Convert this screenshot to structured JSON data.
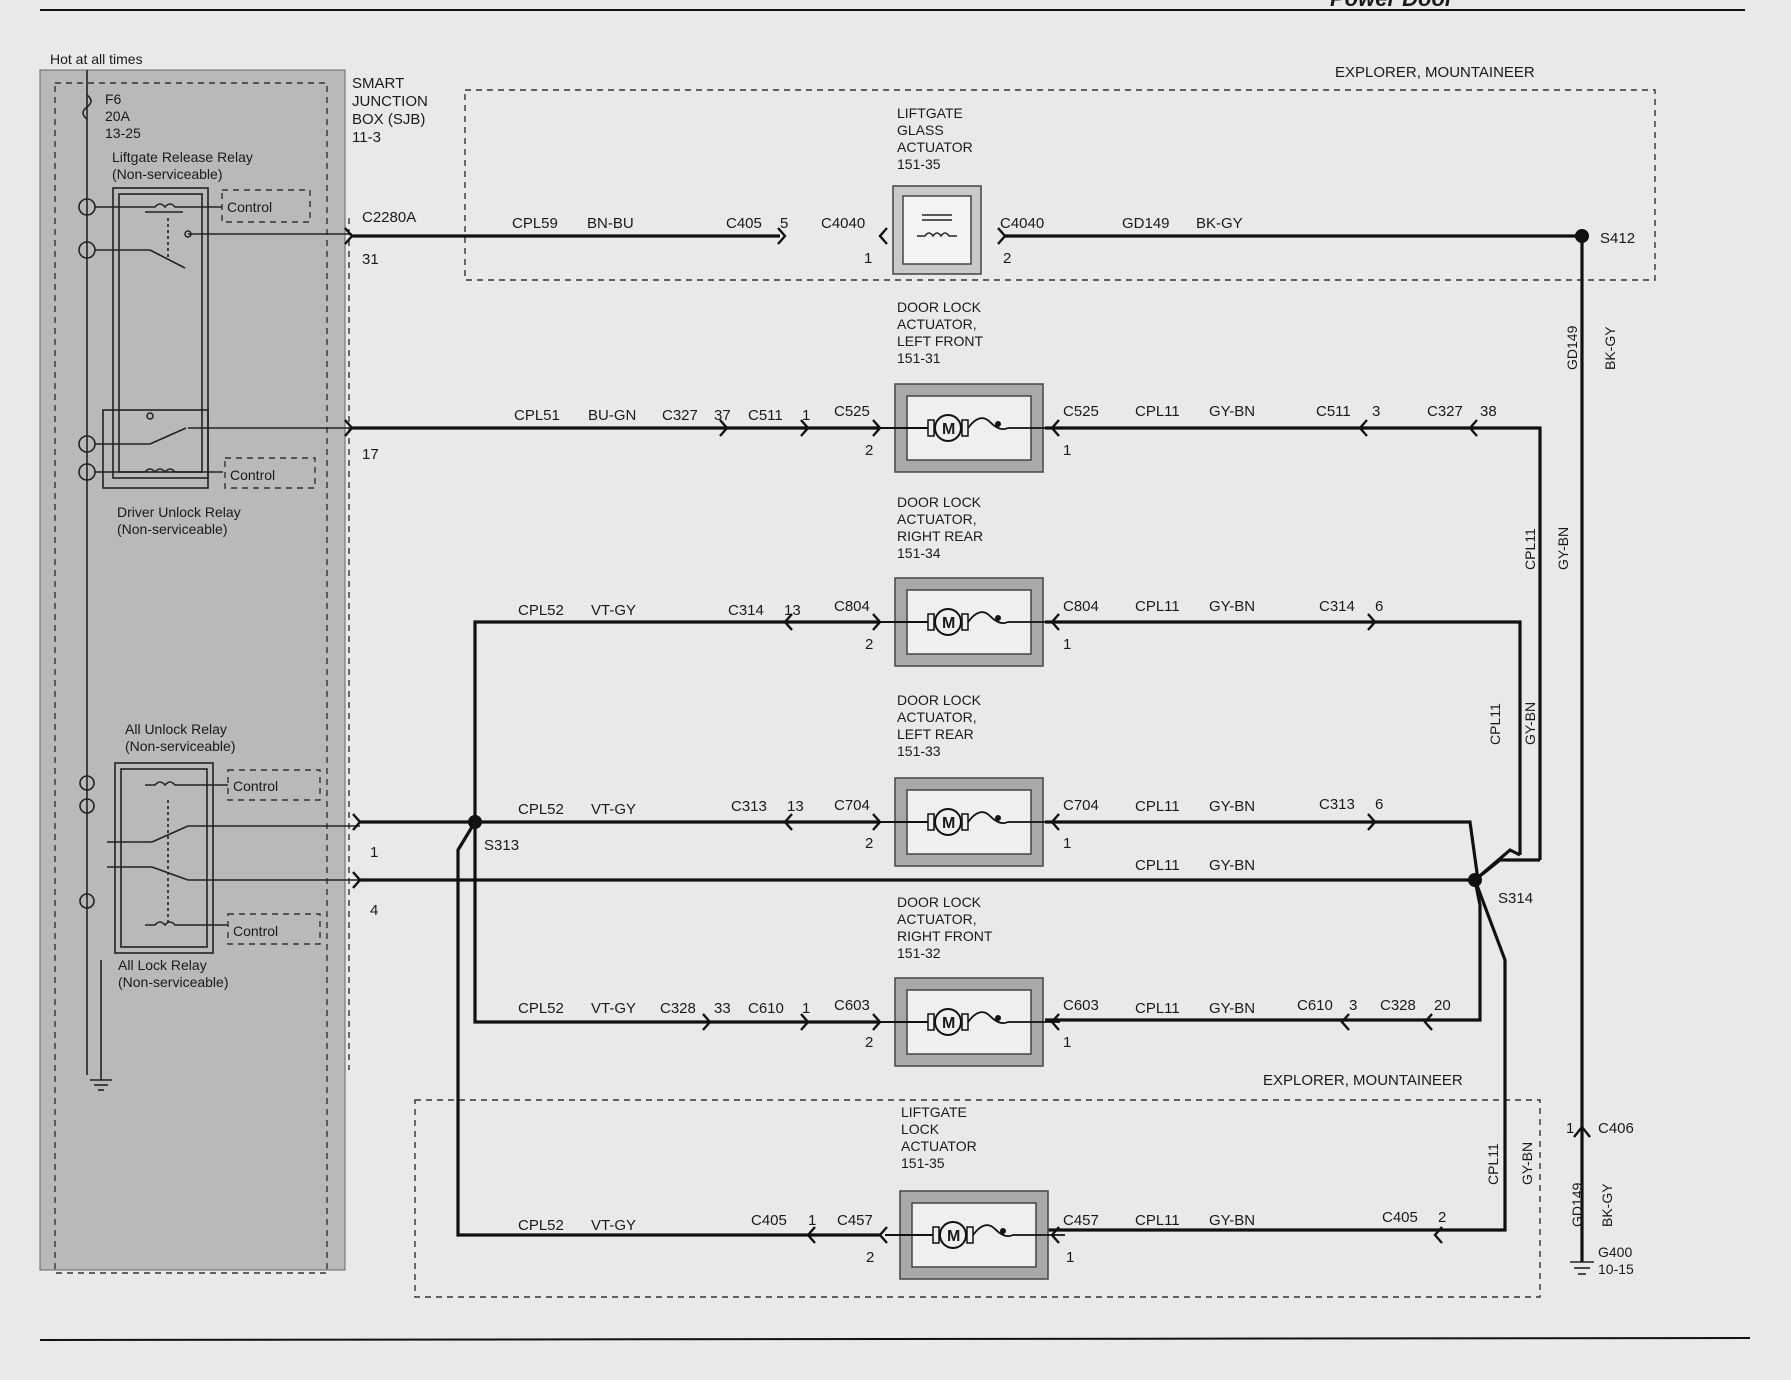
{
  "header": {
    "title_fragment": "Power Door"
  },
  "sjb": {
    "hot_at_all_times": "Hot at all times",
    "fuse": {
      "name": "F6",
      "rating": "20A",
      "ref": "13-25"
    },
    "title": [
      "SMART",
      "JUNCTION",
      "BOX (SJB)",
      "11-3"
    ],
    "liftgate_release_relay": [
      "Liftgate Release Relay",
      "(Non-serviceable)"
    ],
    "driver_unlock_relay": [
      "Driver Unlock Relay",
      "(Non-serviceable)"
    ],
    "all_unlock_relay": [
      "All Unlock Relay",
      "(Non-serviceable)"
    ],
    "all_lock_relay": [
      "All Lock Relay",
      "(Non-serviceable)"
    ],
    "control_label": "Control",
    "connector": "C2280A",
    "pins": {
      "liftgate": "31",
      "driver_unlock": "17",
      "all_unlock": "1",
      "all_lock": "4"
    }
  },
  "option_labels": {
    "top": "EXPLORER, MOUNTAINEER",
    "bottom": "EXPLORER, MOUNTAINEER"
  },
  "actuators": {
    "liftgate_glass": [
      "LIFTGATE",
      "GLASS",
      "ACTUATOR",
      "151-35"
    ],
    "left_front": [
      "DOOR LOCK",
      "ACTUATOR,",
      "LEFT FRONT",
      "151-31"
    ],
    "right_rear": [
      "DOOR LOCK",
      "ACTUATOR,",
      "RIGHT REAR",
      "151-34"
    ],
    "left_rear": [
      "DOOR LOCK",
      "ACTUATOR,",
      "LEFT REAR",
      "151-33"
    ],
    "right_front": [
      "DOOR LOCK",
      "ACTUATOR,",
      "RIGHT FRONT",
      "151-32"
    ],
    "liftgate_lock": [
      "LIFTGATE",
      "LOCK",
      "ACTUATOR",
      "151-35"
    ],
    "motor_symbol": "M"
  },
  "circuits": {
    "row1": {
      "left_circuit": "CPL59",
      "left_color": "BN-BU",
      "inline": "C405",
      "inline_pin": "5",
      "conn": "C4040",
      "pin_left": "1",
      "pin_right": "2",
      "right_circuit": "GD149",
      "right_color": "BK-GY",
      "splice": "S412"
    },
    "row2": {
      "left_circuit": "CPL51",
      "left_color": "BU-GN",
      "c1": "C327",
      "c1_pin": "37",
      "c2": "C511",
      "c2_pin": "1",
      "conn": "C525",
      "pin_left": "2",
      "pin_right": "1",
      "right_circuit": "CPL11",
      "right_color": "GY-BN",
      "c3": "C511",
      "c3_pin": "3",
      "c4": "C327",
      "c4_pin": "38"
    },
    "row3": {
      "left_circuit": "CPL52",
      "left_color": "VT-GY",
      "c1": "C314",
      "c1_pin": "13",
      "conn": "C804",
      "pin_left": "2",
      "pin_right": "1",
      "right_circuit": "CPL11",
      "right_color": "GY-BN",
      "c2": "C314",
      "c2_pin": "6"
    },
    "row4": {
      "left_circuit": "CPL52",
      "left_color": "VT-GY",
      "c1": "C313",
      "c1_pin": "13",
      "conn": "C704",
      "pin_left": "2",
      "pin_right": "1",
      "right_circuit": "CPL11",
      "right_color": "GY-BN",
      "c2": "C313",
      "c2_pin": "6",
      "splice": "S313"
    },
    "row_lock": {
      "circuit": "CPL11",
      "color": "GY-BN",
      "splice": "S314"
    },
    "row5": {
      "left_circuit": "CPL52",
      "left_color": "VT-GY",
      "c1": "C328",
      "c1_pin": "33",
      "c2": "C610",
      "c2_pin": "1",
      "conn": "C603",
      "pin_left": "2",
      "pin_right": "1",
      "right_circuit": "CPL11",
      "right_color": "GY-BN",
      "c3": "C610",
      "c3_pin": "3",
      "c4": "C328",
      "c4_pin": "20"
    },
    "row6": {
      "left_circuit": "CPL52",
      "left_color": "VT-GY",
      "c1": "C405",
      "c1_pin": "1",
      "conn": "C457",
      "pin_left": "2",
      "pin_right": "1",
      "right_circuit": "CPL11",
      "right_color": "GY-BN",
      "c2": "C405",
      "c2_pin": "2"
    },
    "vertical": {
      "gd149": "GD149",
      "bkgy": "BK-GY",
      "cpl11": "CPL11",
      "gybn": "GY-BN",
      "c406": "C406",
      "c406_pin": "1",
      "ground": "G400",
      "ground_ref": "10-15"
    }
  }
}
